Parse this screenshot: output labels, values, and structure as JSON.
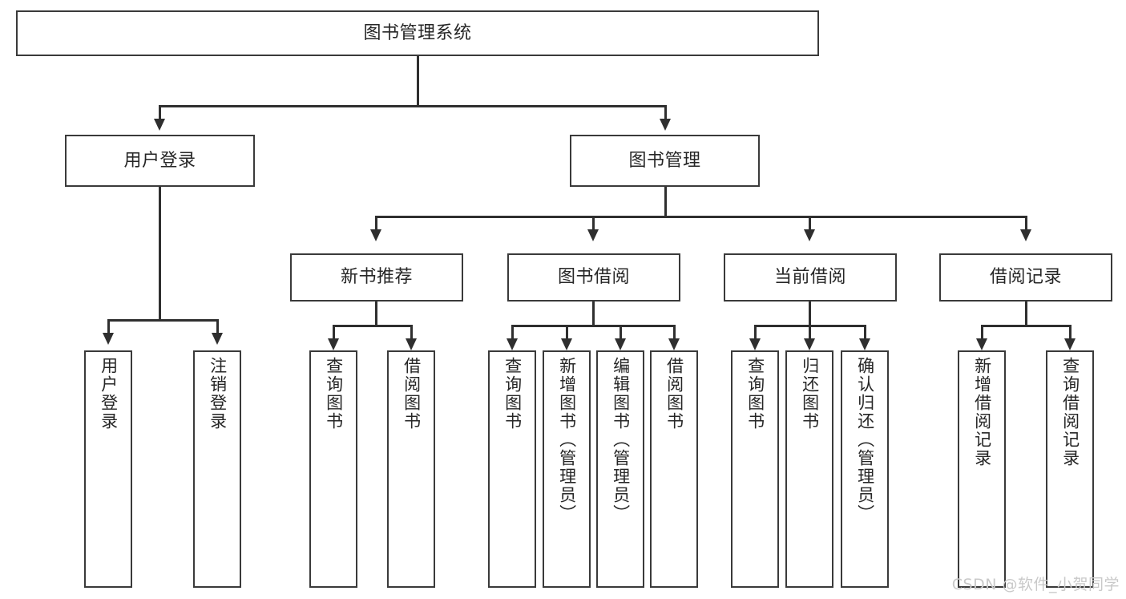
{
  "diagram": {
    "type": "hierarchy-tree",
    "title": "图书管理系统",
    "watermark": "CSDN @软件_小贺同学",
    "colors": {
      "background": "#ffffff",
      "border": "#3a3a3a",
      "connector": "#2f2f2f",
      "text": "#262626",
      "watermark": "#c9c9c9"
    }
  },
  "nodes": {
    "root": {
      "label": "图书管理系统"
    },
    "level2": [
      {
        "id": "user-login",
        "label": "用户登录"
      },
      {
        "id": "book-manage",
        "label": "图书管理"
      }
    ],
    "level3": [
      {
        "id": "new-book-recommend",
        "label": "新书推荐"
      },
      {
        "id": "book-borrow",
        "label": "图书借阅"
      },
      {
        "id": "current-borrow",
        "label": "当前借阅"
      },
      {
        "id": "borrow-record",
        "label": "借阅记录"
      }
    ],
    "leaves": {
      "user-login": [
        {
          "id": "leaf-user-login",
          "label": "用户登录"
        },
        {
          "id": "leaf-user-logout",
          "label": "注销登录"
        }
      ],
      "new-book-recommend": [
        {
          "id": "leaf-query-book-1",
          "label": "查询图书"
        },
        {
          "id": "leaf-borrow-book-1",
          "label": "借阅图书"
        }
      ],
      "book-borrow": [
        {
          "id": "leaf-query-book-2",
          "label": "查询图书"
        },
        {
          "id": "leaf-add-book",
          "label": "新增图书（管理员）"
        },
        {
          "id": "leaf-edit-book",
          "label": "编辑图书（管理员）"
        },
        {
          "id": "leaf-borrow-book-2",
          "label": "借阅图书"
        }
      ],
      "current-borrow": [
        {
          "id": "leaf-query-book-3",
          "label": "查询图书"
        },
        {
          "id": "leaf-return-book",
          "label": "归还图书"
        },
        {
          "id": "leaf-confirm-return",
          "label": "确认归还（管理员）"
        }
      ],
      "borrow-record": [
        {
          "id": "leaf-add-record",
          "label": "新增借阅记录"
        },
        {
          "id": "leaf-query-record",
          "label": "查询借阅记录"
        }
      ]
    }
  }
}
